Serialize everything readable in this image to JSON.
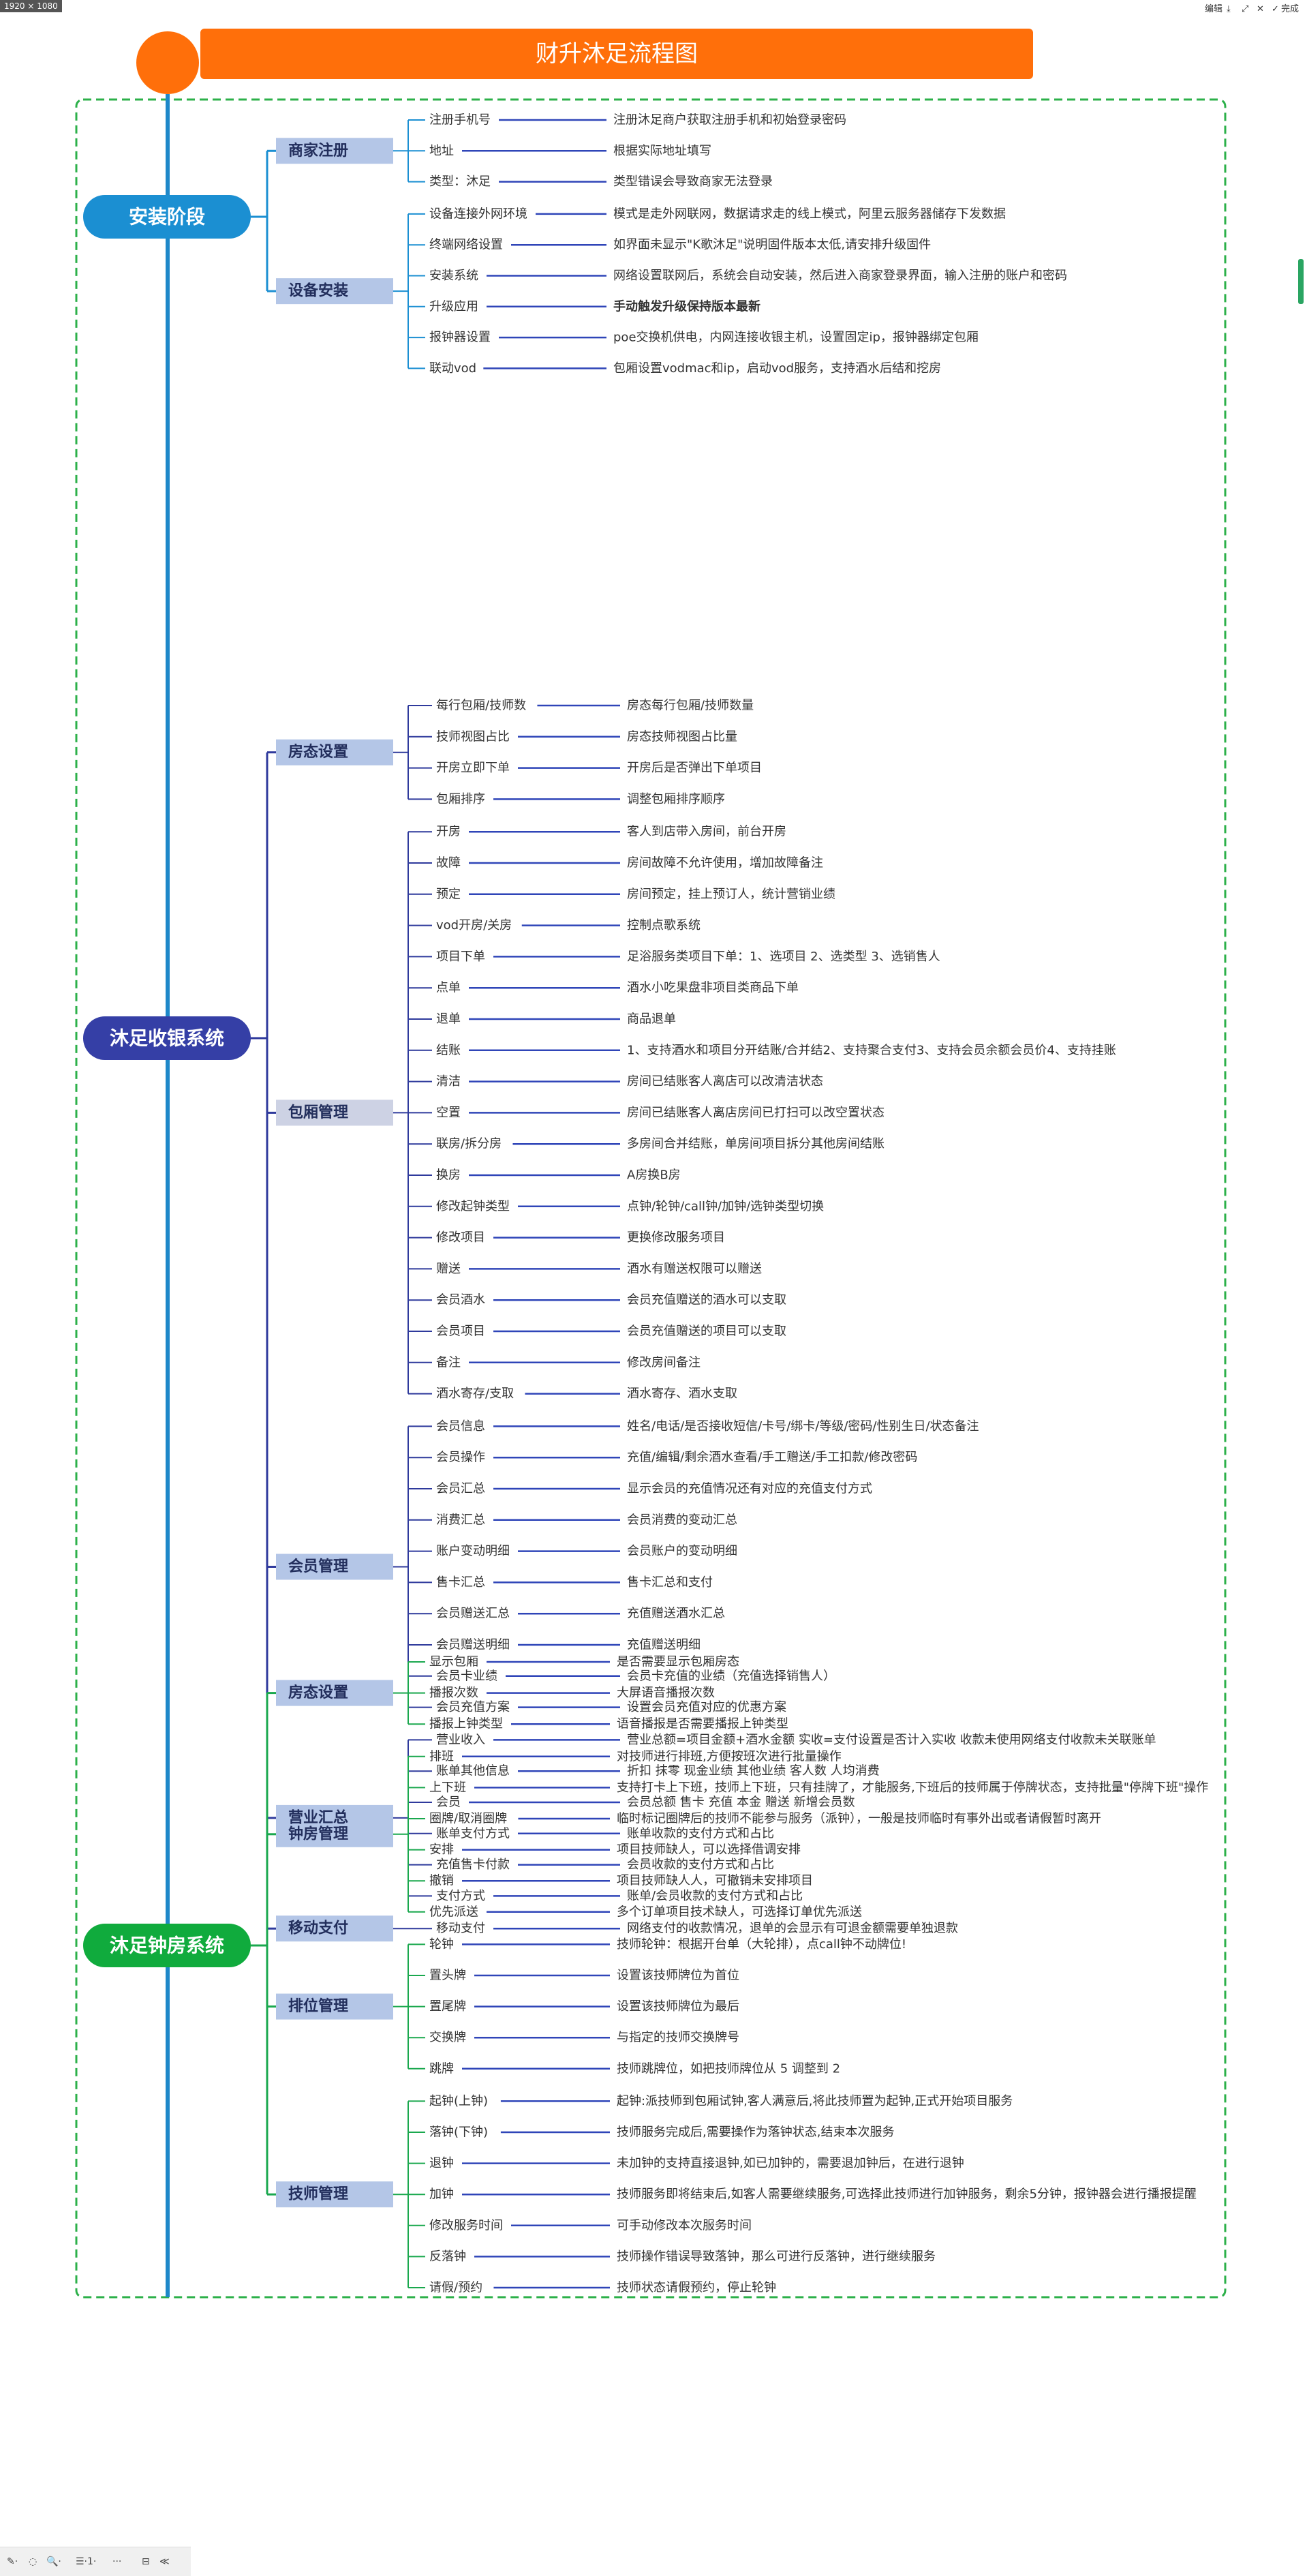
{
  "topbar": {
    "dimensions": "1920 × 1080",
    "edit": "编辑",
    "done": "完成"
  },
  "bottombar": {
    "items": [
      "✎·",
      "◌",
      "🔍·",
      "☰·1·",
      "···",
      "⊟",
      "≪"
    ]
  },
  "title": "财升沐足流程图",
  "colors": {
    "title_bg": "#ff6f0a",
    "circle": "#ff6f0a",
    "trunk": "#1e88c9",
    "root1": "#1b8fd2",
    "root2": "#353fa6",
    "root3": "#10ab3d",
    "stage1": "#1b8fd2",
    "stage2": "#2f3a9c",
    "stage3": "#1aa84e",
    "cat_bg": "#b4c6e7",
    "cat_bg_alt": "#cdd2e4",
    "border": "#2cb04a"
  },
  "roots": [
    {
      "label": "安装阶段",
      "categories": [
        {
          "label": "商家注册",
          "items": [
            [
              "注册手机号",
              "注册沐足商户获取注册手机和初始登录密码"
            ],
            [
              "地址",
              "根据实际地址填写"
            ],
            [
              "类型：沐足",
              "类型错误会导致商家无法登录"
            ]
          ]
        },
        {
          "label": "设备安装",
          "items": [
            [
              "设备连接外网环境",
              "模式是走外网联网，数据请求走的线上模式，阿里云服务器储存下发数据"
            ],
            [
              "终端网络设置",
              "如界面未显示\"K歌沐足\"说明固件版本太低,请安排升级固件"
            ],
            [
              "安装系统",
              "网络设置联网后，系统会自动安装，然后进入商家登录界面，输入注册的账户和密码"
            ],
            [
              "升级应用",
              "手动触发升级保持版本最新"
            ],
            [
              "报钟器设置",
              "poe交换机供电，内网连接收银主机，设置固定ip，报钟器绑定包厢"
            ],
            [
              "联动vod",
              "包厢设置vodmac和ip，启动vod服务，支持酒水后结和挖房"
            ]
          ]
        }
      ]
    },
    {
      "label": "沐足收银系统",
      "categories": [
        {
          "label": "房态设置",
          "items": [
            [
              "每行包厢/技师数",
              "房态每行包厢/技师数量"
            ],
            [
              "技师视图占比",
              "房态技师视图占比量"
            ],
            [
              "开房立即下单",
              "开房后是否弹出下单项目"
            ],
            [
              "包厢排序",
              "调整包厢排序顺序"
            ]
          ]
        },
        {
          "label": "包厢管理",
          "items": [
            [
              "开房",
              "客人到店带入房间，前台开房"
            ],
            [
              "故障",
              "房间故障不允许使用，增加故障备注"
            ],
            [
              "预定",
              "房间预定，挂上预订人，统计营销业绩"
            ],
            [
              "vod开房/关房",
              "控制点歌系统"
            ],
            [
              "项目下单",
              "足浴服务类项目下单：1、选项目 2、选类型  3、选销售人"
            ],
            [
              "点单",
              "酒水小吃果盘非项目类商品下单"
            ],
            [
              "退单",
              "商品退单"
            ],
            [
              "结账",
              "1、支持酒水和项目分开结账/合并结2、支持聚合支付3、支持会员余额会员价4、支持挂账"
            ],
            [
              "清洁",
              "房间已结账客人离店可以改清洁状态"
            ],
            [
              "空置",
              "房间已结账客人离店房间已打扫可以改空置状态"
            ],
            [
              "联房/拆分房",
              "多房间合并结账，单房间项目拆分其他房间结账"
            ],
            [
              "换房",
              "A房换B房"
            ],
            [
              "修改起钟类型",
              "点钟/轮钟/call钟/加钟/选钟类型切换"
            ],
            [
              "修改项目",
              "更换修改服务项目"
            ],
            [
              "赠送",
              "酒水有赠送权限可以赠送"
            ],
            [
              "会员酒水",
              "会员充值赠送的酒水可以支取"
            ],
            [
              "会员项目",
              "会员充值赠送的项目可以支取"
            ],
            [
              "备注",
              "修改房间备注"
            ],
            [
              "酒水寄存/支取",
              "酒水寄存、酒水支取"
            ]
          ]
        },
        {
          "label": "会员管理",
          "items": [
            [
              "会员信息",
              "姓名/电话/是否接收短信/卡号/绑卡/等级/密码/性别生日/状态备注"
            ],
            [
              "会员操作",
              "充值/编辑/剩余酒水查看/手工赠送/手工扣款/修改密码"
            ],
            [
              "会员汇总",
              "显示会员的充值情况还有对应的充值支付方式"
            ],
            [
              "消费汇总",
              "会员消费的变动汇总"
            ],
            [
              "账户变动明细",
              "会员账户的变动明细"
            ],
            [
              "售卡汇总",
              "售卡汇总和支付"
            ],
            [
              "会员赠送汇总",
              "充值赠送酒水汇总"
            ],
            [
              "会员赠送明细",
              "充值赠送明细"
            ],
            [
              "会员卡业绩",
              "会员卡充值的业绩（充值选择销售人）"
            ],
            [
              "会员充值方案",
              "设置会员充值对应的优惠方案"
            ]
          ]
        },
        {
          "label": "营业汇总",
          "items": [
            [
              "营业收入",
              "营业总额=项目金额+酒水金额  实收=支付设置是否计入实收  收款未使用网络支付收款未关联账单"
            ],
            [
              "账单其他信息",
              "折扣 抹零  现金业绩  其他业绩  客人数   人均消费"
            ],
            [
              "会员",
              "会员总额 售卡 充值 本金 赠送 新增会员数"
            ],
            [
              "账单支付方式",
              "账单收款的支付方式和占比"
            ],
            [
              "充值售卡付款",
              "会员收款的支付方式和占比"
            ],
            [
              "支付方式",
              "账单/会员收款的支付方式和占比"
            ]
          ]
        },
        {
          "label": "移动支付",
          "items": [
            [
              "移动支付",
              "网络支付的收款情况，退单的会显示有可退金额需要单独退款"
            ]
          ]
        }
      ]
    },
    {
      "label": "沐足钟房系统",
      "categories": [
        {
          "label": "房态设置",
          "items": [
            [
              "显示包厢",
              "是否需要显示包厢房态"
            ],
            [
              "播报次数",
              "大屏语音播报次数"
            ],
            [
              "播报上钟类型",
              "语音播报是否需要播报上钟类型"
            ]
          ]
        },
        {
          "label": "钟房管理",
          "items": [
            [
              "排班",
              "对技师进行排班,方便按班次进行批量操作"
            ],
            [
              "上下班",
              "支持打卡上下班，技师上下班，只有挂牌了，才能服务,下班后的技师属于停牌状态，支持批量\"停牌下班\"操作"
            ],
            [
              "圈牌/取消圈牌",
              "临时标记圈牌后的技师不能参与服务（派钟），一般是技师临时有事外出或者请假暂时离开"
            ],
            [
              "安排",
              "项目技师缺人，可以选择借调安排"
            ],
            [
              "撤销",
              "项目技师缺人人，可撤销未安排项目"
            ],
            [
              "优先派送",
              "多个订单项目技术缺人，可选择订单优先派送"
            ]
          ]
        },
        {
          "label": "排位管理",
          "items": [
            [
              "轮钟",
              "技师轮钟：根据开台单（大轮排），点call钟不动牌位!"
            ],
            [
              "置头牌",
              "设置该技师牌位为首位"
            ],
            [
              "置尾牌",
              "设置该技师牌位为最后"
            ],
            [
              "交换牌",
              "与指定的技师交换牌号"
            ],
            [
              "跳牌",
              "技师跳牌位，如把技师牌位从 5 调整到 2"
            ]
          ]
        },
        {
          "label": "技师管理",
          "items": [
            [
              "起钟(上钟)",
              "起钟:派技师到包厢试钟,客人满意后,将此技师置为起钟,正式开始项目服务"
            ],
            [
              "落钟(下钟)",
              "技师服务完成后,需要操作为落钟状态,结束本次服务"
            ],
            [
              "退钟",
              "未加钟的支持直接退钟,如已加钟的，需要退加钟后，在进行退钟"
            ],
            [
              "加钟",
              "技师服务即将结束后,如客人需要继续服务,可选择此技师进行加钟服务，剩余5分钟，报钟器会进行播报提醒"
            ],
            [
              "修改服务时间",
              "可手动修改本次服务时间"
            ],
            [
              "反落钟",
              "技师操作错误导致落钟，那么可进行反落钟，进行继续服务"
            ],
            [
              "请假/预约",
              "技师状态请假预约，停止轮钟"
            ]
          ]
        }
      ]
    }
  ]
}
